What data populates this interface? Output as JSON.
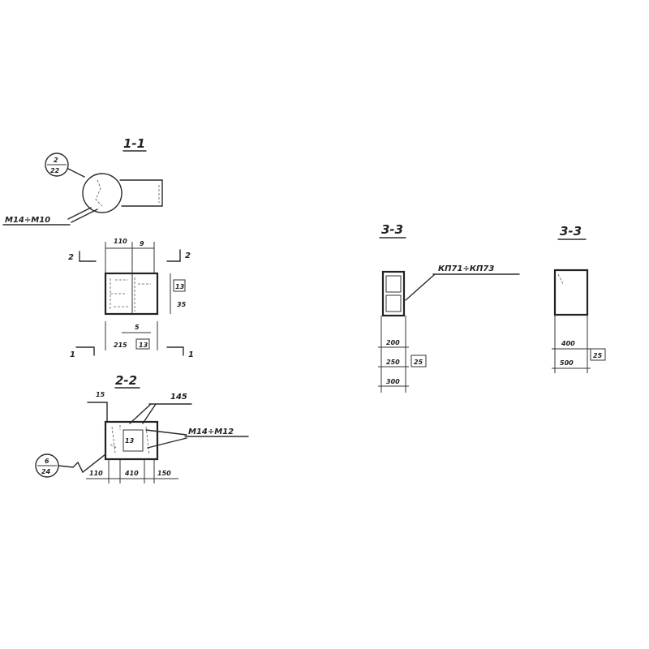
{
  "section_1_1": {
    "title": "1-1",
    "callout_top": "2",
    "callout_bottom": "22",
    "bar_label": "M14÷M10",
    "dim_top": "110",
    "dim_top_right": "9",
    "mark_left": "2",
    "mark_right": "2",
    "box_mark": "13",
    "side_dim": "35",
    "mid_mark": "5",
    "mid_dim": "215",
    "mid_box": "13",
    "cut_left": "1",
    "cut_right": "1"
  },
  "section_2_2": {
    "title": "2-2",
    "dim_top_left": "15",
    "dim_top_right": "145",
    "bar_label": "M14÷M12",
    "box_mark": "13",
    "callout_top": "6",
    "callout_bottom": "24",
    "dim_bottom_1": "110",
    "dim_bottom_2": "410",
    "dim_bottom_3": "150"
  },
  "section_3_3_a": {
    "title": "3-3",
    "bar_label": "КП71÷КП73",
    "dim_1": "200",
    "dim_2": "250",
    "dim_3": "300",
    "box_mark": "25"
  },
  "section_3_3_b": {
    "title": "3-3",
    "dim_1": "400",
    "dim_2": "500",
    "box_mark": "25"
  }
}
